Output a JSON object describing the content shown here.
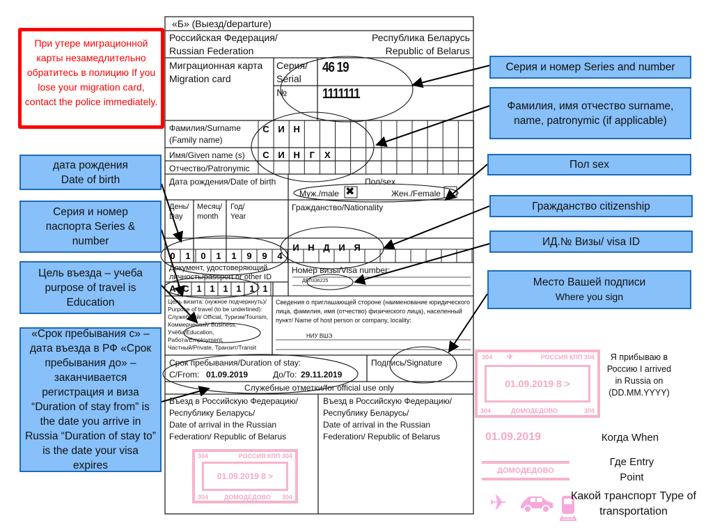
{
  "form": {
    "copy_label": "«Б» (Выезд/departure)",
    "country_ru_left": "Российская Федерация/",
    "country_en_left": "Russian Federation",
    "country_ru_right": "Республика Беларусь",
    "country_en_right": "Republic of Belarus",
    "card_ru": "Миграционная карта",
    "card_en": "Migration card",
    "serial_label_1": "Серия/",
    "serial_label_2": "Serial",
    "serial_value": "46 19",
    "number_label": "№",
    "number_value": "1111111",
    "surname_label_1": "Фамилия/Surname",
    "surname_label_2": "(Family name)",
    "surname_letters": [
      "С",
      "И",
      "Н"
    ],
    "given_label": "Имя/Given name (s)",
    "given_letters": [
      "С",
      "И",
      "Н",
      "Г",
      "Х"
    ],
    "patronymic_label": "Отчество/Patronymic",
    "dob_label": "Дата рождения/Date of birth",
    "sex_label": "Пол/sex",
    "male_label": "Муж./male",
    "female_label": "Жен./Female",
    "male_mark": "✖",
    "day_label_1": "День/",
    "day_label_2": "Day",
    "month_label_1": "Месяц/",
    "month_label_2": "month",
    "year_label_1": "Год/",
    "year_label_2": "Year",
    "dob_digits": [
      "0",
      "1",
      "0",
      "1",
      "1",
      "9",
      "9",
      "4"
    ],
    "nationality_label": "Гражданство/Nationality",
    "nationality_letters": [
      "И",
      "Н",
      "Д",
      "И",
      "Я"
    ],
    "doc_label_1": "Документ, удостоверяющий",
    "doc_label_2": "личность/passport or other ID",
    "doc_chars": [
      "А",
      "С",
      "1",
      "1",
      "1",
      "1",
      "1",
      "1"
    ],
    "visa_label": "Номер визы/Visa number:",
    "visa_value": "ДЕЛ336225",
    "purpose_text": "Цель визита: (нужное подчеркнуть)/ Purpose of travel (to be underlined): Служебный/ Official, Туризм/Tourism, Коммерческий/ Business, Учёба/Education, Работа/Employment, Частный/Private, Транзит/Transit",
    "host_text": "Сведения о приглашающей стороне (наименование юридического лица, фамилия, имя (отчество) физического лица), населенный пункт/ Name of host person or company, locality:",
    "host_value": "НИУ ВШЭ",
    "duration_label": "Срок пребывания/Duration of stay:",
    "from_label": "С/From:",
    "from_value": "01.09.2019",
    "to_label": "До/To:",
    "to_value": "29.11.2019",
    "signature_label": "Подпись/Signature",
    "official_label": "Служебные отметки/for official use only",
    "arrival_1": "Въезд в Российскую Федерацию/",
    "arrival_2": "Республику Беларусь/",
    "arrival_3": "Date of arrival in the Russian",
    "arrival_4": "Federation/ Republic of Belarus"
  },
  "stamp": {
    "code": "304",
    "top": "РОССИЯ КПП 304",
    "date": "01.09.2019 8 >",
    "place": "ДОМОДЕДОВО"
  },
  "warning": "При утере миграционной карты незамедлительно обратитесь в полицию If you lose your migration card, contact the police immediately.",
  "callouts": {
    "series": "Серия и номер Series and number",
    "name": "Фамилия, имя отчество surname, name, patronymic (if applicable)",
    "sex": "Пол sex",
    "citizenship": "Гражданство citizenship",
    "visa": "ИД.№ Визы/ visa ID",
    "signature_1": "Место Вашей подписи",
    "signature_2": "Where you sign",
    "dob": "дата рождения Date of birth",
    "passport": "Серия и номер паспорта Series & number",
    "purpose": "Цель въезда – учеба purpose of travel is Education",
    "duration": "«Срок пребывания с» – дата въезда в РФ «Срок пребывания до» – заканчивается регистрация и виза “Duration of stay from” is the date you arrive in Russia “Duration of stay to” is the date your visa expires"
  },
  "legend": {
    "arrived": "Я прибываю в Россию I arrived in Russia on (DD.MM.YYYY)",
    "when_value": "01.09.2019",
    "when": "Когда When",
    "where_value": "ДОМОДЕДОВО",
    "where": "Где Entry Point",
    "transport": "Какой транспорт Type of transportation",
    "icons": [
      "plane-icon",
      "car-icon",
      "train-icon"
    ]
  },
  "colors": {
    "stamp": "#f7a8c8",
    "callout": "#88c0fa",
    "warning": "#ff0000"
  }
}
